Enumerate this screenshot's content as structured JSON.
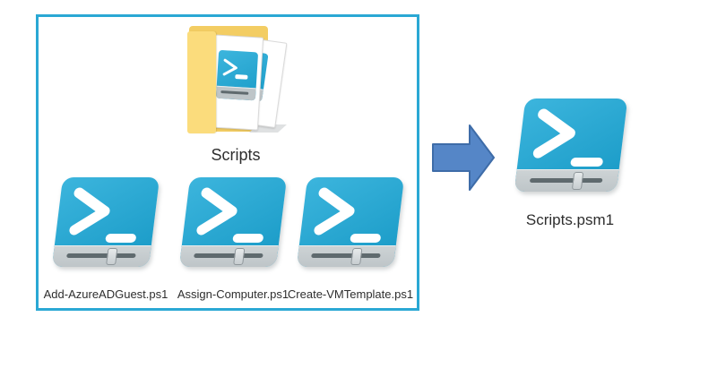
{
  "diagram": {
    "source_folder": {
      "label": "Scripts"
    },
    "source_files": [
      {
        "label": "Add-AzureADGuest.ps1"
      },
      {
        "label": "Assign-Computer.ps1"
      },
      {
        "label": "Create-VMTemplate.ps1"
      }
    ],
    "arrow": {
      "direction": "right"
    },
    "result_file": {
      "label": "Scripts.psm1"
    }
  },
  "icons": {
    "powershell_file": "powershell-terminal-icon",
    "folder": "folder-with-documents-icon",
    "arrow": "right-block-arrow-icon"
  },
  "colors": {
    "box_border": "#2AA8D4",
    "ps_blue_light": "#3CB5DD",
    "ps_blue_deep": "#1B9CC8",
    "strip_gray": "#BEC5C8",
    "strip_gray_light": "#CDD3D5",
    "slider_dark": "#5F6A6E",
    "arrow_fill": "#5586C7",
    "arrow_stroke": "#3E6CA8",
    "folder_front_yellow": "#FBDC7C",
    "folder_back_yellow": "#F3CD63",
    "text_color": "#2E2E2E"
  }
}
